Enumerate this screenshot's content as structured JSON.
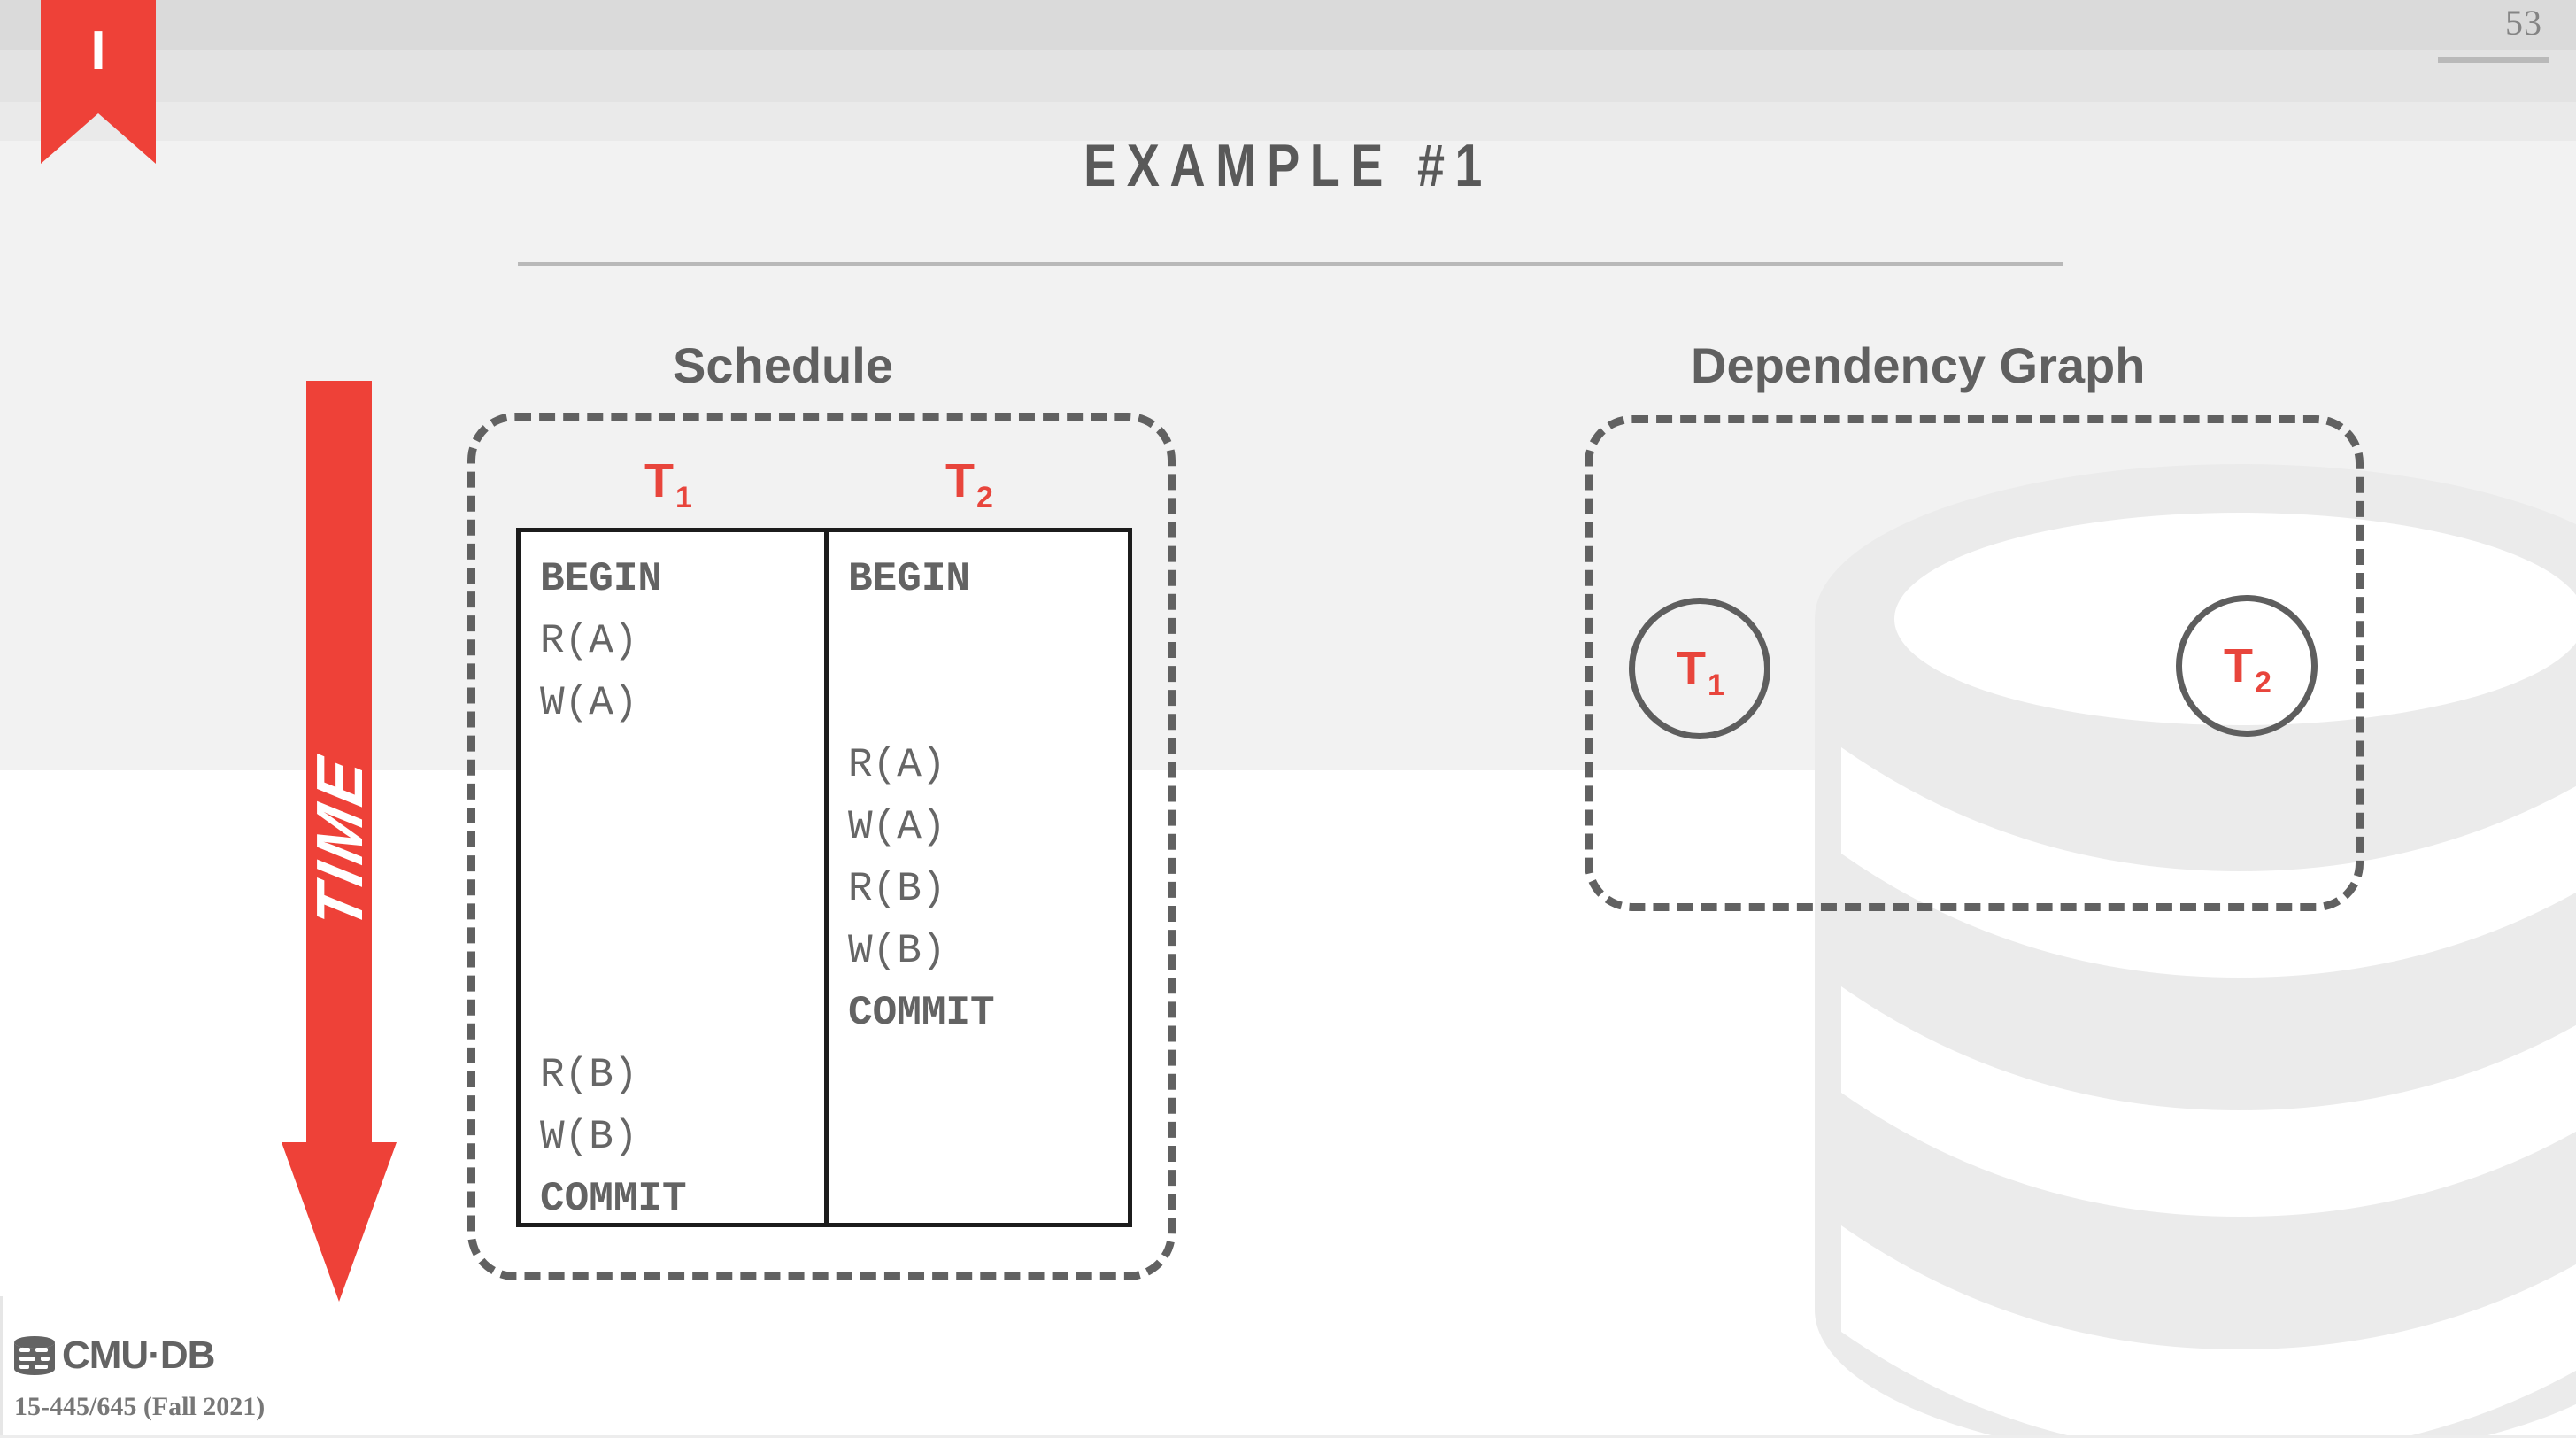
{
  "slide": {
    "page_number": "53",
    "title": "EXAMPLE #1",
    "ribbon_letter": "I",
    "accent_red": "#E8453C",
    "heading_gray": "#5F5F5F"
  },
  "time_axis": {
    "label": "TIME",
    "direction": "down",
    "color": "#EE4138"
  },
  "schedule": {
    "heading": "Schedule",
    "columns": [
      {
        "label": "T",
        "subscript": "1",
        "ops": [
          {
            "text": "BEGIN",
            "bold": true
          },
          {
            "text": "R(A)",
            "bold": false
          },
          {
            "text": "W(A)",
            "bold": false
          },
          {
            "text": "",
            "bold": false
          },
          {
            "text": "",
            "bold": false
          },
          {
            "text": "",
            "bold": false
          },
          {
            "text": "",
            "bold": false
          },
          {
            "text": "",
            "bold": false
          },
          {
            "text": "R(B)",
            "bold": false
          },
          {
            "text": "W(B)",
            "bold": false
          },
          {
            "text": "COMMIT",
            "bold": true
          }
        ]
      },
      {
        "label": "T",
        "subscript": "2",
        "ops": [
          {
            "text": "BEGIN",
            "bold": true
          },
          {
            "text": "",
            "bold": false
          },
          {
            "text": "",
            "bold": false
          },
          {
            "text": "R(A)",
            "bold": false
          },
          {
            "text": "W(A)",
            "bold": false
          },
          {
            "text": "R(B)",
            "bold": false
          },
          {
            "text": "W(B)",
            "bold": false
          },
          {
            "text": "COMMIT",
            "bold": true
          },
          {
            "text": "",
            "bold": false
          },
          {
            "text": "",
            "bold": false
          },
          {
            "text": "",
            "bold": false
          }
        ]
      }
    ]
  },
  "dependency_graph": {
    "heading": "Dependency Graph",
    "nodes": [
      {
        "label": "T",
        "subscript": "1"
      },
      {
        "label": "T",
        "subscript": "2"
      }
    ],
    "edges": []
  },
  "footer": {
    "logo_text": "CMU·DB",
    "logo_icon": "database-cylinder-icon",
    "course": "15-445/645 (Fall 2021)"
  }
}
